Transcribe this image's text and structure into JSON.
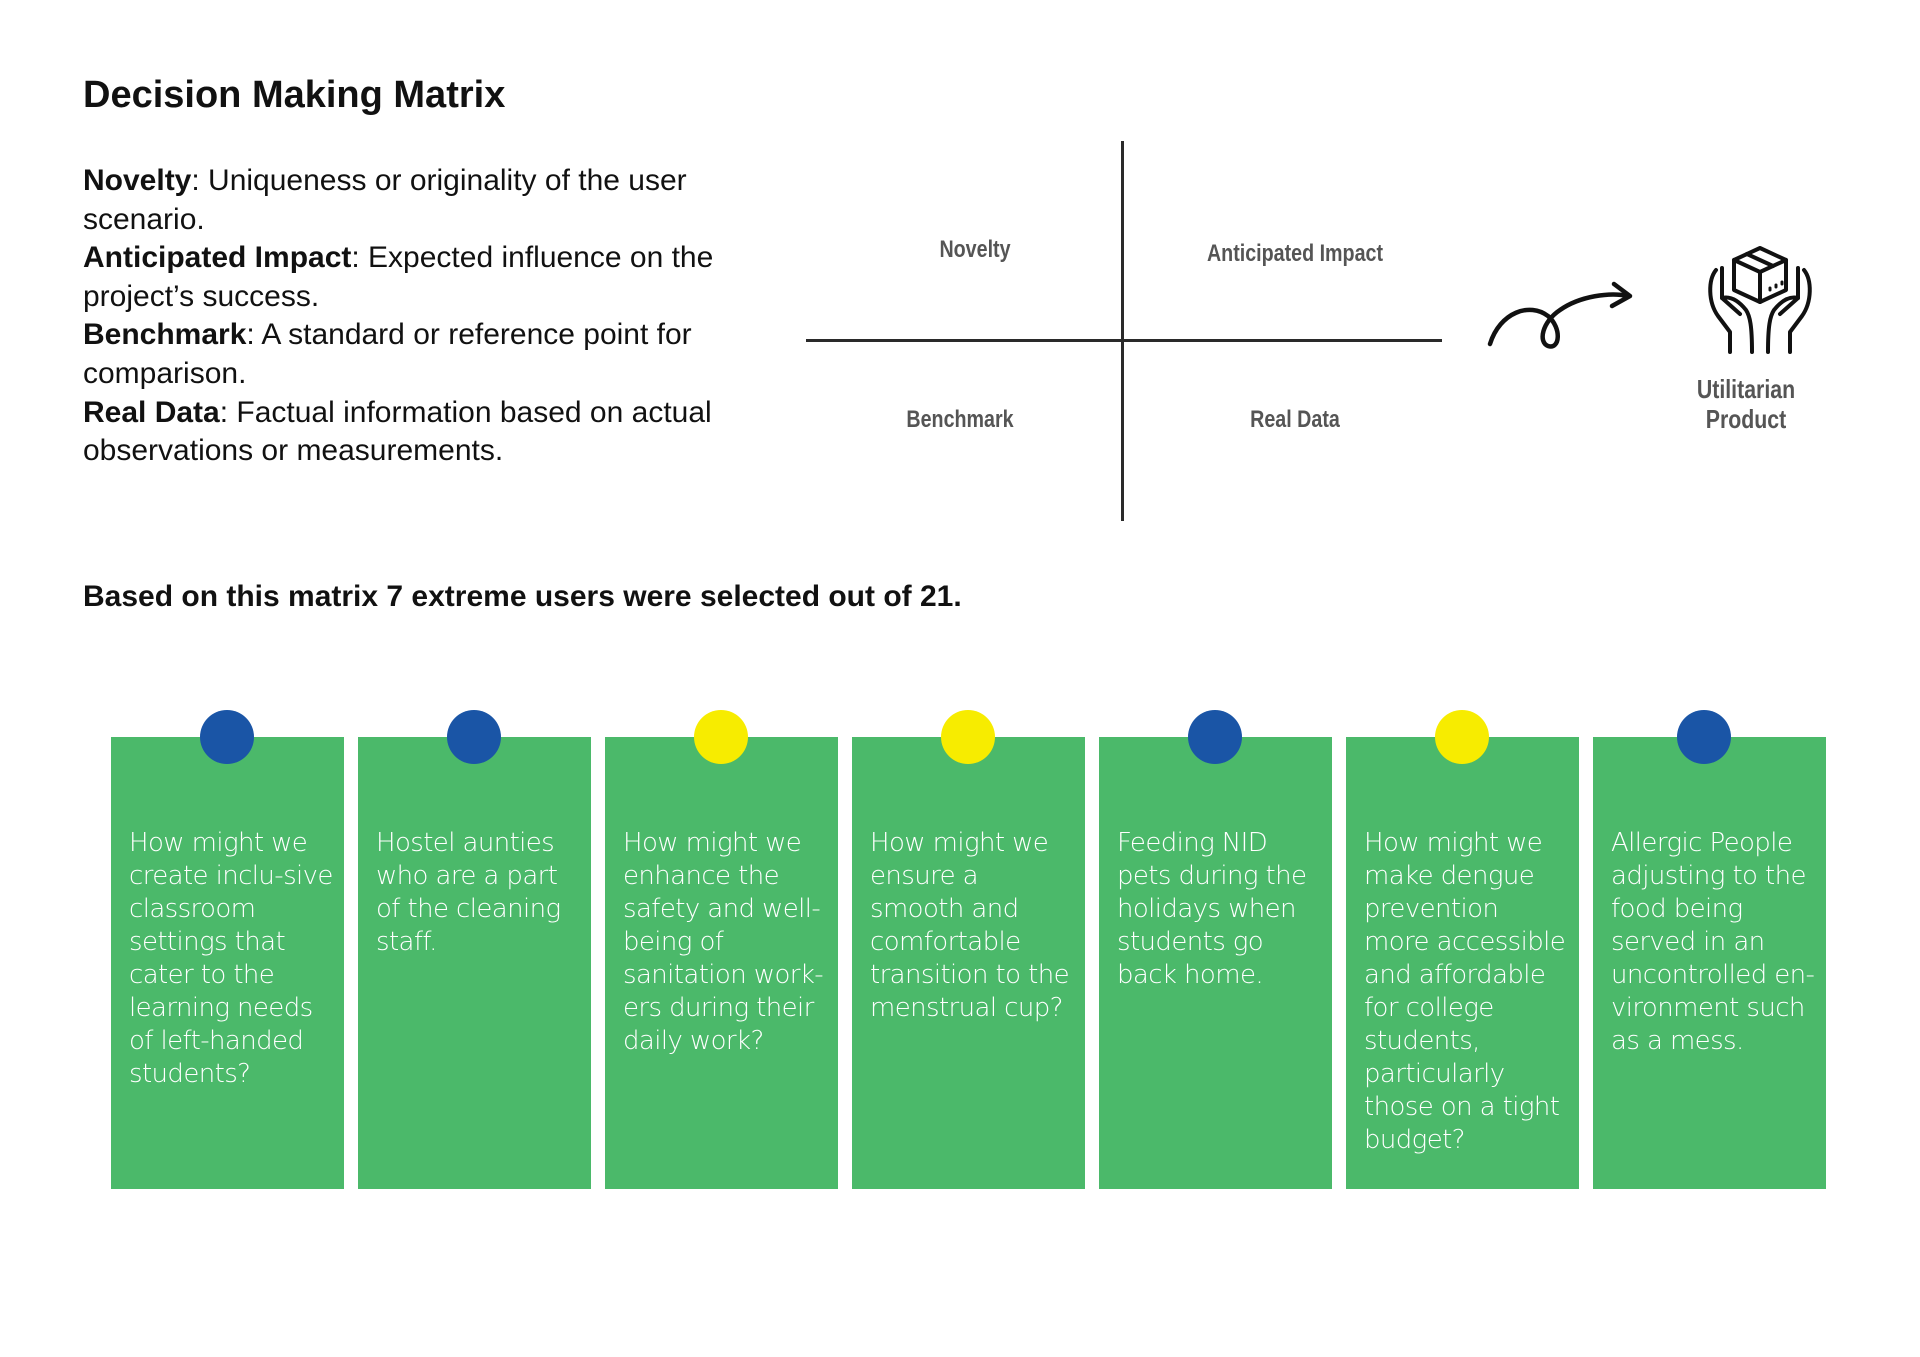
{
  "title": "Decision Making Matrix",
  "definitions": [
    {
      "term": "Novelty",
      "text": ": Uniqueness or originality of the user scenario."
    },
    {
      "term": "Anticipated Impact",
      "text": ": Expected influence on the project’s success."
    },
    {
      "term": "Benchmark",
      "text": ": A standard or reference point for comparison."
    },
    {
      "term": "Real Data",
      "text": ": Factual information based on actual observations or measurements."
    }
  ],
  "matrix": {
    "top_left": "Novelty",
    "top_right": "Anticipated Impact",
    "bottom_left": "Benchmark",
    "bottom_right": "Real Data"
  },
  "product": {
    "line1": "Utilitarian",
    "line2": "Product",
    "icon": "hands-holding-box-icon"
  },
  "summary": "Based on this matrix 7 extreme users were selected out of 21.",
  "colors": {
    "card_green": "#4bb96a",
    "pin_blue": "#1a55a6",
    "pin_yellow": "#f7ec00"
  },
  "cards": [
    {
      "pin_color": "blue",
      "text": "How might we create inclu-sive classroom settings that cater to the learning needs of left-handed students?"
    },
    {
      "pin_color": "blue",
      "text": "Hostel aunties who are a part of the cleaning staff."
    },
    {
      "pin_color": "yellow",
      "text": "How might we enhance the safety and well-being of sanitation work-ers during their daily work?"
    },
    {
      "pin_color": "yellow",
      "text": "How might we ensure a smooth and comfortable transition to the menstrual cup?"
    },
    {
      "pin_color": "blue",
      "text": "Feeding NID pets during the holidays when students go back home."
    },
    {
      "pin_color": "yellow",
      "text": "How might we make dengue prevention more accessible and affordable for college students, particularly those on a tight budget?"
    },
    {
      "pin_color": "blue",
      "text": "Allergic People adjusting to the food being served in an uncontrolled en-vironment such as a mess."
    }
  ]
}
